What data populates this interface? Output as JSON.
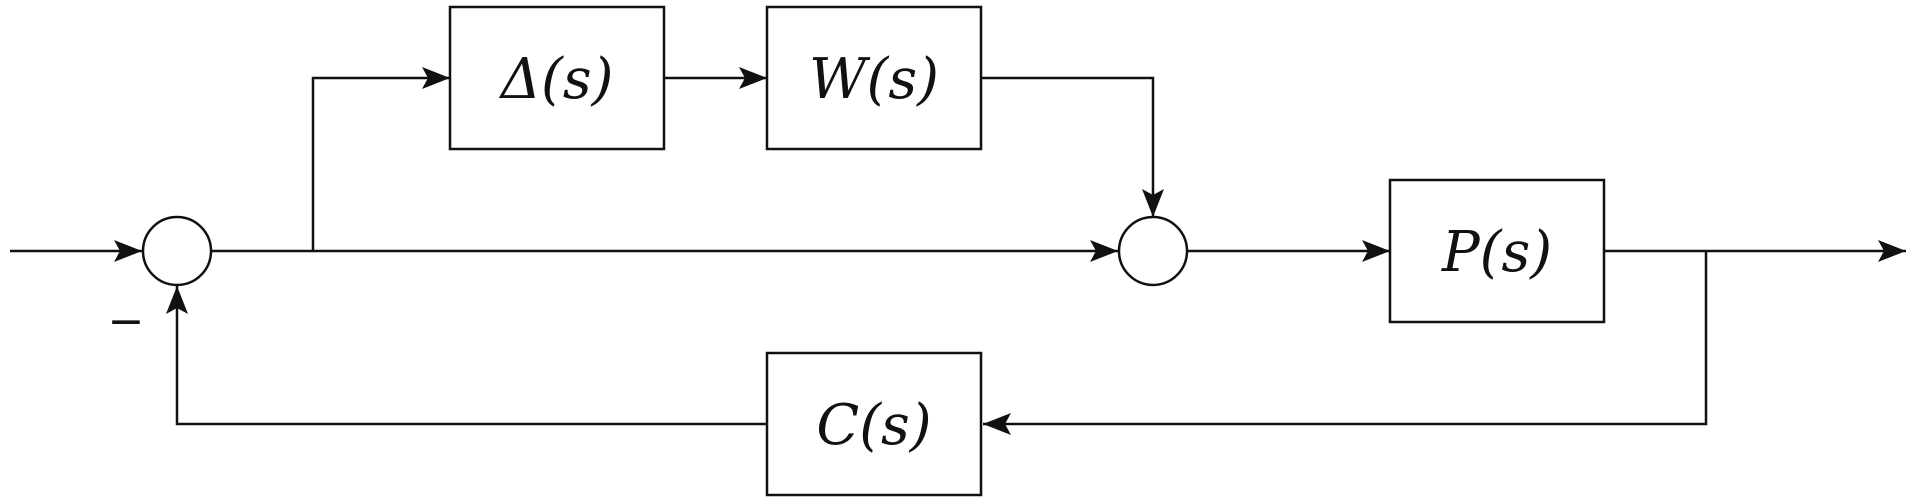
{
  "diagram": {
    "blocks": {
      "delta": "Δ(s)",
      "w": "W(s)",
      "p": "P(s)",
      "c": "C(s)"
    },
    "sign_minus": "−",
    "colors": {
      "line": "#111111",
      "background": "#ffffff"
    }
  }
}
